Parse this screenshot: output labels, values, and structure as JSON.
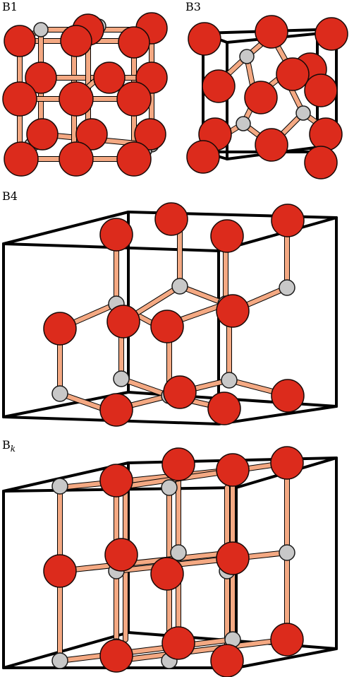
{
  "labels": {
    "b1": "B1",
    "b3": "B3",
    "b4": "B4",
    "bk_main": "B",
    "bk_sub": "k"
  },
  "colors": {
    "large_atom": "#dc2b1c",
    "small_atom": "#c8c8c8",
    "bond": "#f4a983",
    "cell_edge": "#000000"
  }
}
